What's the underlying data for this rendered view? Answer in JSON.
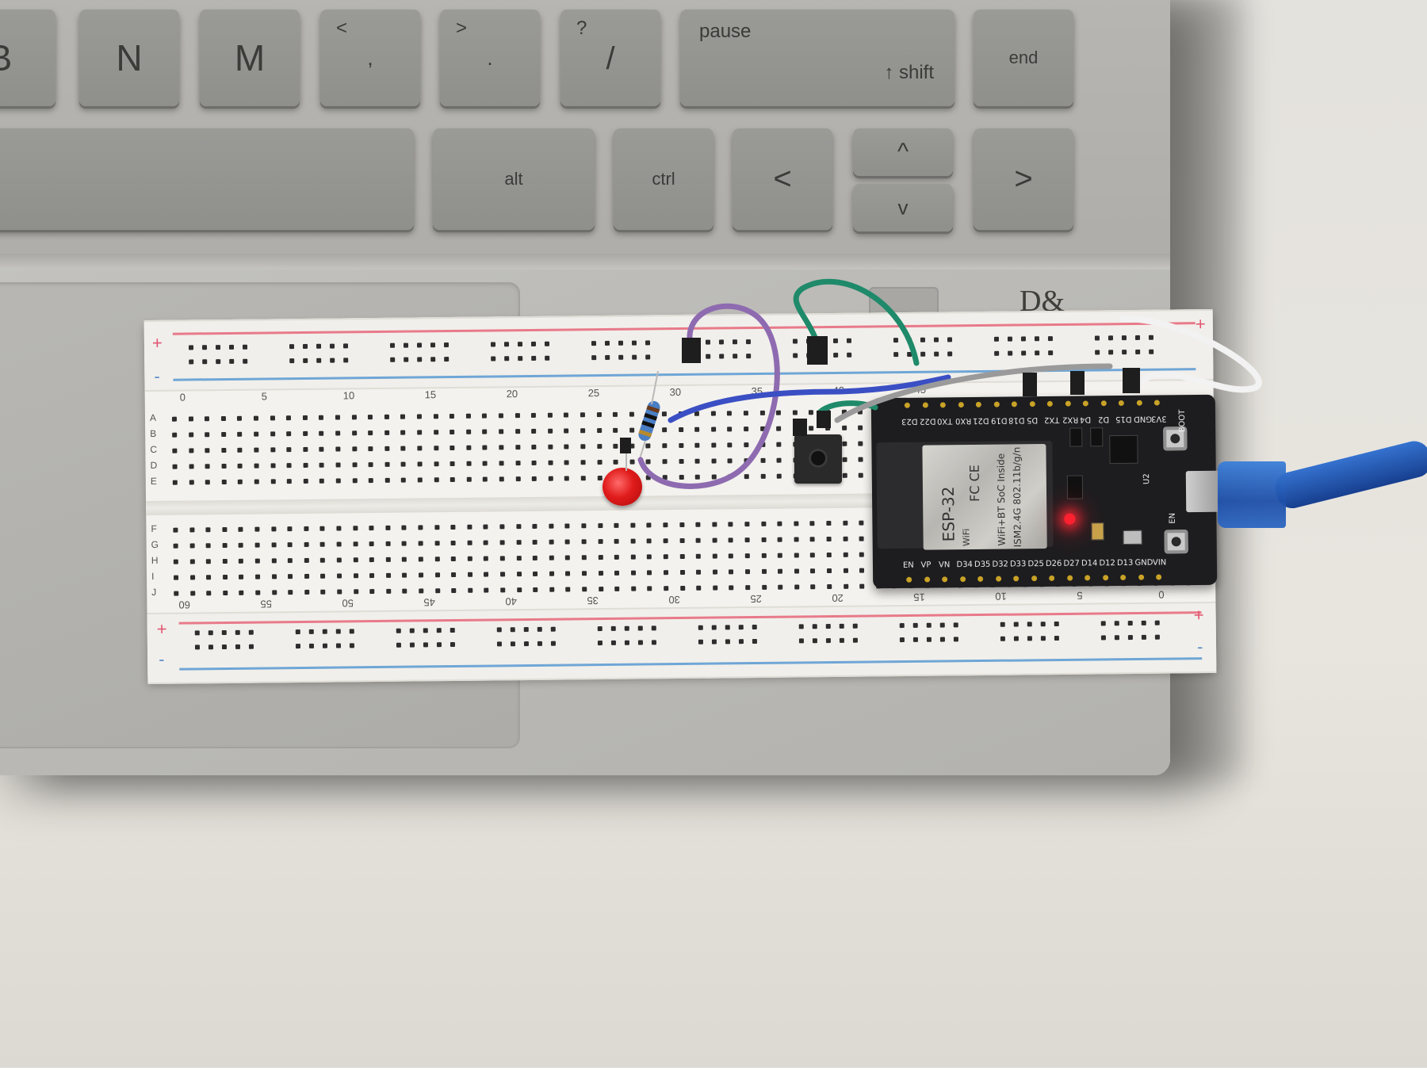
{
  "keyboard": {
    "row1": [
      {
        "main": "B"
      },
      {
        "main": "N"
      },
      {
        "main": "M"
      },
      {
        "top": "<",
        "bottom": ","
      },
      {
        "top": ">",
        "bottom": "."
      },
      {
        "top": "?",
        "bottom": "/"
      },
      {
        "top": "pause",
        "bottom": "↑ shift"
      },
      {
        "main": "end"
      }
    ],
    "row2": [
      {
        "main": "alt"
      },
      {
        "main": "ctrl"
      },
      {
        "main": "<"
      },
      {
        "main": "^"
      },
      {
        "main": "v"
      },
      {
        "main": ">"
      }
    ],
    "logo": "D&"
  },
  "breadboard": {
    "rail_signs": {
      "plus": "+",
      "minus": "-"
    },
    "top_numbers": [
      "0",
      "5",
      "10",
      "15",
      "20",
      "25",
      "30",
      "35",
      "40",
      "45"
    ],
    "bottom_numbers": [
      "60",
      "55",
      "50",
      "45",
      "40",
      "35",
      "30",
      "25",
      "20",
      "15",
      "10",
      "5",
      "0"
    ],
    "row_letters_top": [
      "A",
      "B",
      "C",
      "D",
      "E"
    ],
    "row_letters_bottom": [
      "F",
      "G",
      "H",
      "I",
      "J"
    ]
  },
  "esp32": {
    "top_pins": [
      "D23",
      "D22",
      "TX0",
      "RX0",
      "D21",
      "D19",
      "D18",
      "D5",
      "TX2",
      "RX2",
      "D4",
      "D2",
      "D15",
      "GND",
      "3V3"
    ],
    "bottom_pins": [
      "EN",
      "VP",
      "VN",
      "D34",
      "D35",
      "D32",
      "D33",
      "D25",
      "D26",
      "D27",
      "D14",
      "D12",
      "D13",
      "GND",
      "VIN"
    ],
    "shield_text": {
      "name": "ESP-32",
      "line1": "WiFi+BT SoC Inside",
      "line2": "ISM2.4G 802.11b/g/n",
      "marks": "FC CE",
      "wifi": "WiFi"
    },
    "boot_label": "BOOT",
    "en_label": "EN",
    "u2_label": "U2"
  },
  "colors": {
    "wire_purple": "#8e6bb0",
    "wire_green": "#1f8a6a",
    "wire_blue": "#3b4fc4",
    "wire_white": "#f2f2f2",
    "wire_gray": "#9a9a9a",
    "led_red": "#e01b1b",
    "usb_blue": "#2d67c2"
  }
}
